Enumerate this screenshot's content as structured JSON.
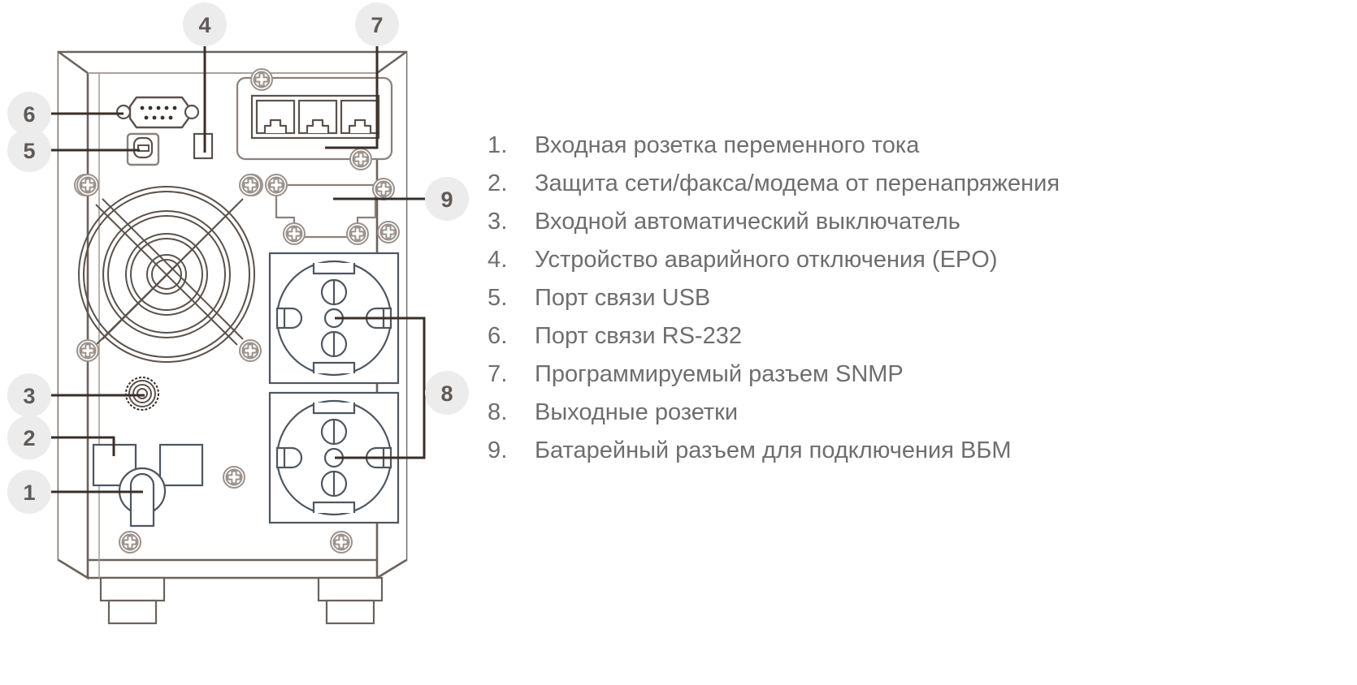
{
  "document": {
    "type": "technical-diagram",
    "subject": "UPS rear panel callout diagram",
    "background_color": "#ffffff"
  },
  "colors": {
    "badge_fill": "#ececec",
    "badge_text": "#5e5a57",
    "leader_line": "#3a2f28",
    "chassis_outline": "#6b625c",
    "detail_line": "#5a6472",
    "legend_text": "#6e6e6e"
  },
  "legend": {
    "items": [
      {
        "number": "1.",
        "label": "Входная розетка переменного тока"
      },
      {
        "number": "2.",
        "label": "Защита сети/факса/модема от перенапряжения"
      },
      {
        "number": "3.",
        "label": "Входной автоматический выключатель"
      },
      {
        "number": "4.",
        "label": "Устройство аварийного отключения (EPO)"
      },
      {
        "number": "5.",
        "label": "Порт связи USB"
      },
      {
        "number": "6.",
        "label": "Порт связи RS-232"
      },
      {
        "number": "7.",
        "label": "Программируемый разъем SNMP"
      },
      {
        "number": "8.",
        "label": "Выходные розетки"
      },
      {
        "number": "9.",
        "label": "Батарейный разъем для подключения ВБМ"
      }
    ]
  },
  "callouts": [
    {
      "id": "1",
      "label": "1",
      "target": "ac-input-socket"
    },
    {
      "id": "2",
      "label": "2",
      "target": "surge-protection-modules"
    },
    {
      "id": "3",
      "label": "3",
      "target": "input-circuit-breaker"
    },
    {
      "id": "4",
      "label": "4",
      "target": "epo-connector"
    },
    {
      "id": "5",
      "label": "5",
      "target": "usb-port"
    },
    {
      "id": "6",
      "label": "6",
      "target": "rs232-port"
    },
    {
      "id": "7",
      "label": "7",
      "target": "snmp-slot"
    },
    {
      "id": "8",
      "label": "8",
      "target": "output-sockets"
    },
    {
      "id": "9",
      "label": "9",
      "target": "battery-connector"
    }
  ],
  "panel_parts": {
    "rs232_port": "DB9 serial connector",
    "usb_port": "USB type-B connector",
    "snmp_slot": "Three RJ45 jacks",
    "epo_connector": "EPO terminal block",
    "battery_connector": "Battery module connector plate",
    "fan_grille": "Cooling fan grille",
    "circuit_breaker": "Push-button circuit breaker",
    "surge_modules": "Two surge protection jacks",
    "ac_inlet": "AC input inlet",
    "output_sockets": "Two Schuko output sockets",
    "feet": "Two chassis feet"
  }
}
